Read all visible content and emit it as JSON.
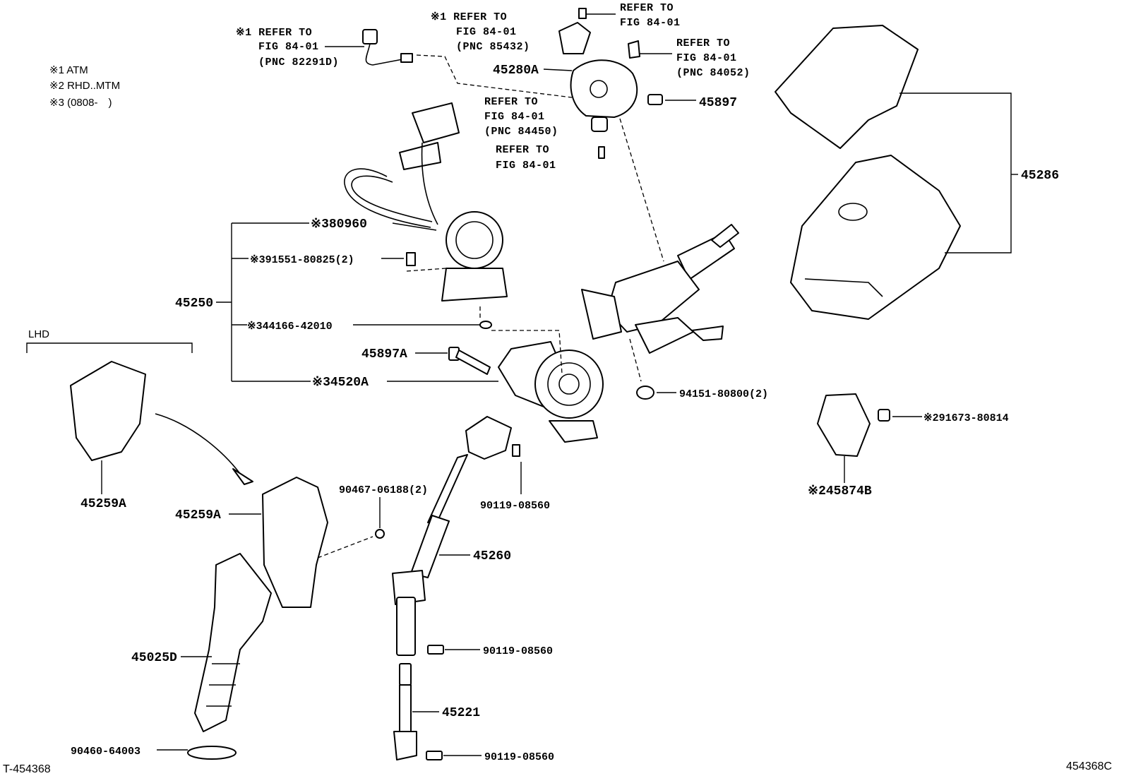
{
  "notes": [
    "※1 ATM",
    "※2 RHD..MTM",
    "※3 (0808-　)"
  ],
  "lhd_label": "LHD",
  "refs": {
    "r1": {
      "l1": "※1 REFER TO",
      "l2": "FIG 84-01",
      "l3": "(PNC 82291D)"
    },
    "r2": {
      "l1": "※1 REFER TO",
      "l2": "FIG 84-01",
      "l3": "(PNC 85432)"
    },
    "r3": {
      "l1": "REFER TO",
      "l2": "FIG 84-01"
    },
    "r4": {
      "l1": "REFER TO",
      "l2": "FIG 84-01",
      "l3": "(PNC 84052)"
    },
    "r5": {
      "l1": "REFER TO",
      "l2": "FIG 84-01",
      "l3": "(PNC 84450)"
    },
    "r6": {
      "l1": "REFER TO",
      "l2": "FIG 84-01"
    }
  },
  "parts": {
    "p45280A": "45280A",
    "p45897": "45897",
    "p45286": "45286",
    "p80960": "※380960",
    "p91551": "※391551-80825(2)",
    "p45250": "45250",
    "p44166": "※344166-42010",
    "p45897A": "45897A",
    "p4520A": "※34520A",
    "p94151": "94151-80800(2)",
    "p91673": "※291673-80814",
    "p45874B": "※245874B",
    "p45259A_left": "45259A",
    "p45259A": "45259A",
    "p90467": "90467-06188(2)",
    "p90119_a": "90119-08560",
    "p45260": "45260",
    "p45025D": "45025D",
    "p90119_b": "90119-08560",
    "p45221": "45221",
    "p90460": "90460-64003",
    "p90119_c": "90119-08560"
  },
  "footer": {
    "left_code": "T-454368",
    "right_code": "454368C"
  }
}
